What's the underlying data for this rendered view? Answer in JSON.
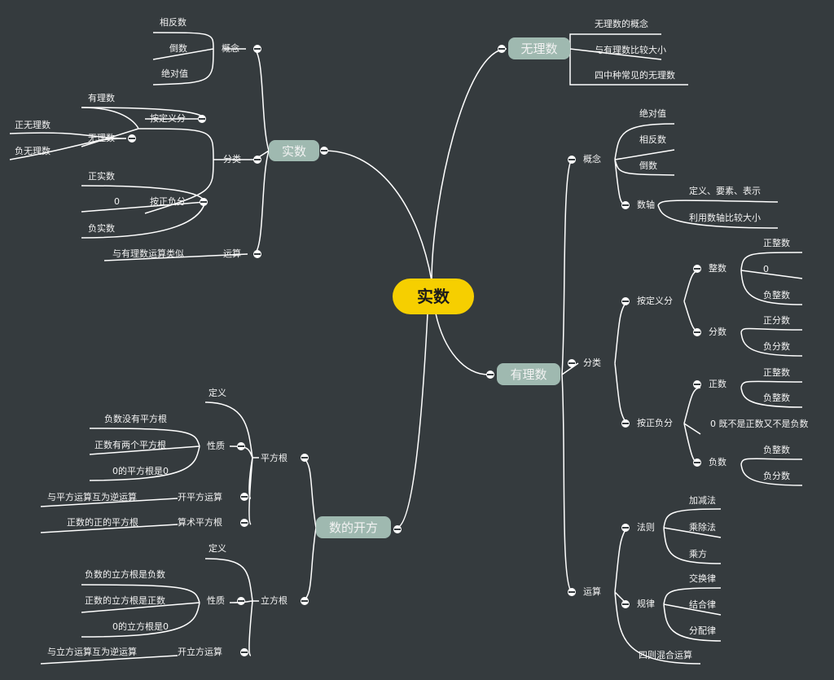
{
  "colors": {
    "background": "#353b3e",
    "line": "#ffffff",
    "root_fill": "#f6cf00",
    "branch_fill": "#9fb9b0",
    "text": "#f2f2f2"
  },
  "root": "实数",
  "branches": {
    "shishu": {
      "title": "实数",
      "gainian": {
        "label": "概念",
        "items": [
          "相反数",
          "倒数",
          "绝对值"
        ]
      },
      "fenlei": {
        "label": "分类",
        "dingyi": {
          "label": "按定义分",
          "youlishu": "有理数",
          "wulishu": {
            "label": "无理数",
            "items": [
              "正无理数",
              "负无理数"
            ]
          }
        },
        "zhengfu": {
          "label": "按正负分",
          "items": [
            "正实数",
            "0",
            "负实数"
          ]
        }
      },
      "yunsuan": {
        "label": "运算",
        "item": "与有理数运算类似"
      }
    },
    "wulishu": {
      "title": "无理数",
      "items": [
        "无理数的概念",
        "与有理数比较大小",
        "四中种常见的无理数"
      ]
    },
    "youlishu": {
      "title": "有理数",
      "gainian": {
        "label": "概念",
        "items": [
          "绝对值",
          "相反数",
          "倒数"
        ],
        "shuzhou": {
          "label": "数轴",
          "items": [
            "定义、要素、表示",
            "利用数轴比较大小"
          ]
        }
      },
      "fenlei": {
        "label": "分类",
        "dingyi": {
          "label": "按定义分",
          "zhengshu": {
            "label": "整数",
            "items": [
              "正整数",
              "0",
              "负整数"
            ]
          },
          "fenshu": {
            "label": "分数",
            "items": [
              "正分数",
              "负分数"
            ]
          }
        },
        "zhengfu": {
          "label": "按正负分",
          "zheng": {
            "label": "正数",
            "items": [
              "正整数",
              "负整数"
            ]
          },
          "zero": "0  既不是正数又不是负数",
          "fu": {
            "label": "负数",
            "items": [
              "负整数",
              "负分数"
            ]
          }
        }
      },
      "yunsuan": {
        "label": "运算",
        "faze": {
          "label": "法则",
          "items": [
            "加减法",
            "乘除法",
            "乘方"
          ]
        },
        "guilv": {
          "label": "规律",
          "items": [
            "交换律",
            "结合律",
            "分配律"
          ]
        },
        "mixed": "四则混合运算"
      }
    },
    "kaifang": {
      "title": "数的开方",
      "pingfang": {
        "label": "平方根",
        "dingyi": "定义",
        "xingzhi": {
          "label": "性质",
          "items": [
            "负数没有平方根",
            "正数有两个平方根",
            "0的平方根是0"
          ]
        },
        "kai": {
          "label": "开平方运算",
          "item": "与平方运算互为逆运算"
        },
        "suanshu": {
          "label": "算术平方根",
          "item": "正数的正的平方根"
        }
      },
      "lifang": {
        "label": "立方根",
        "dingyi": "定义",
        "xingzhi": {
          "label": "性质",
          "items": [
            "负数的立方根是负数",
            "正数的立方根是正数",
            "0的立方根是0"
          ]
        },
        "kai": {
          "label": "开立方运算",
          "item": "与立方运算互为逆运算"
        }
      }
    }
  }
}
